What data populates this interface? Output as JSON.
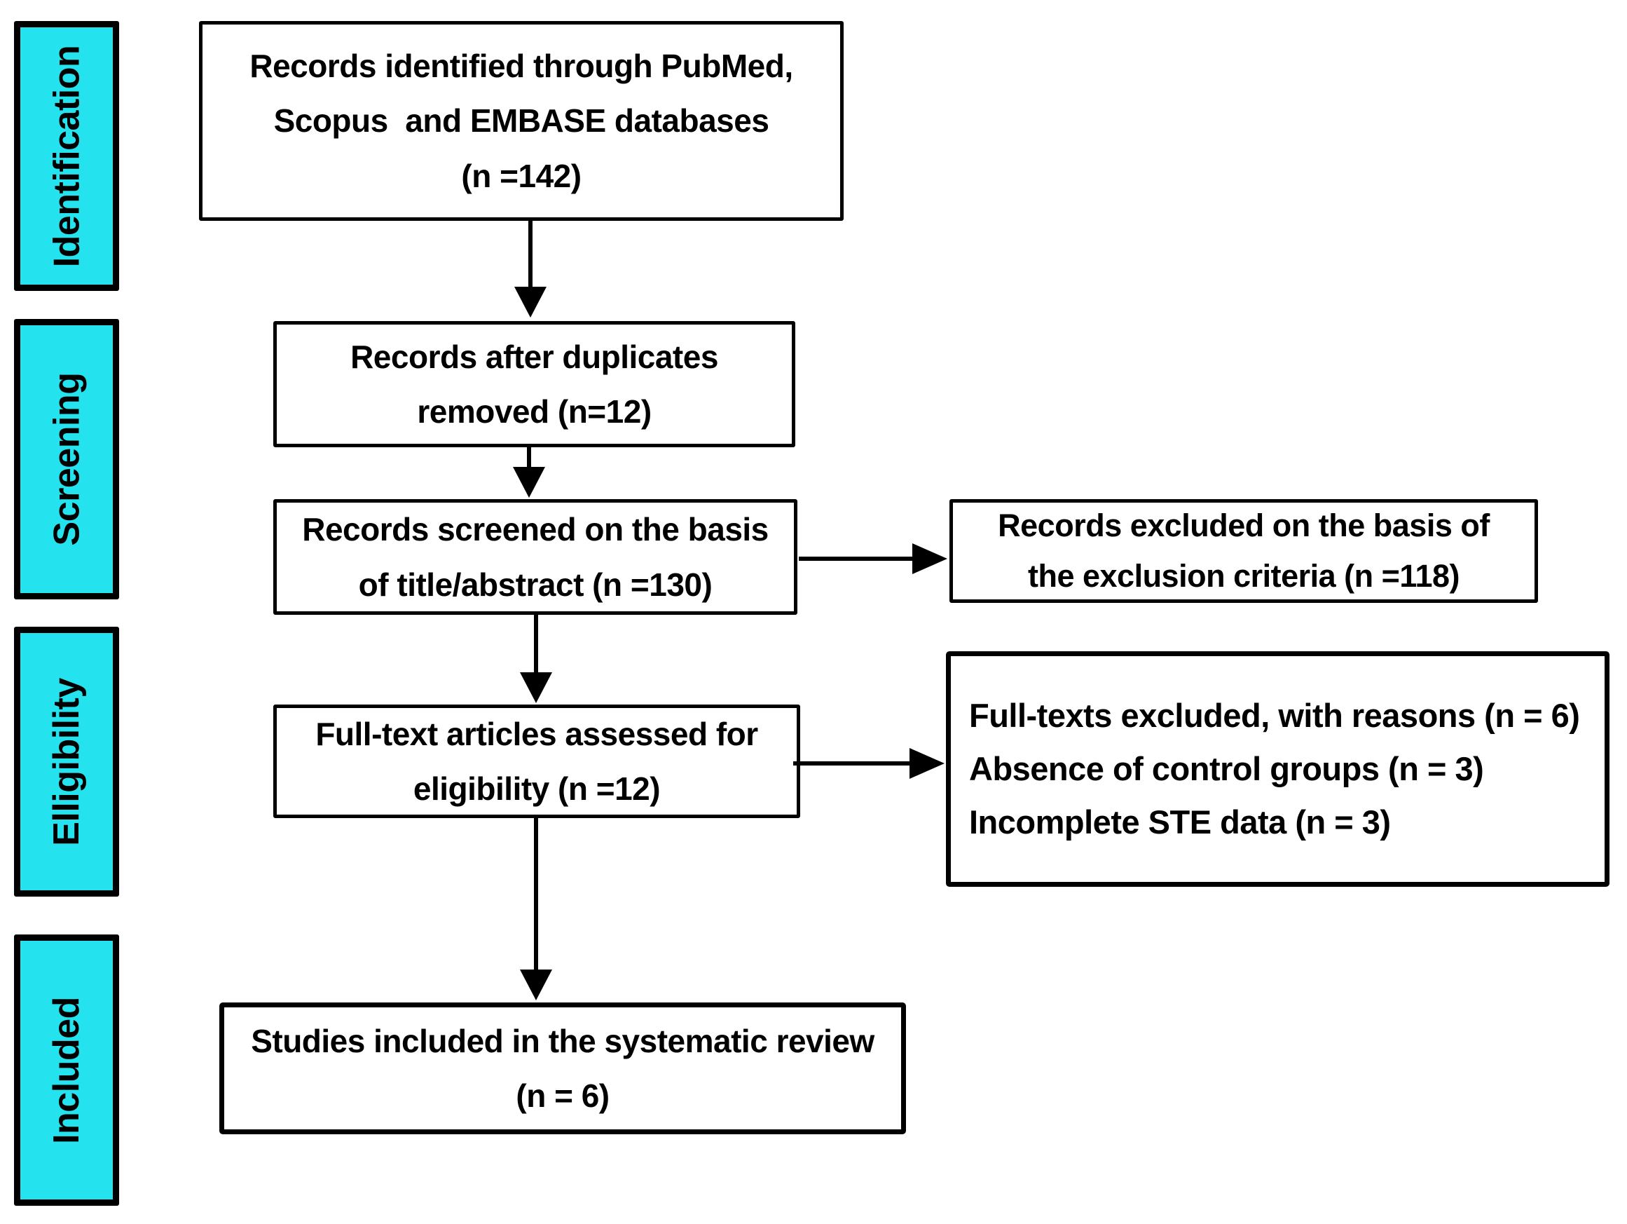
{
  "stages": {
    "identification": "Identification",
    "screening": "Screening",
    "eligibility": "Elligibility",
    "included": "Included"
  },
  "boxes": {
    "identified": {
      "lines": [
        "Records identified through PubMed,",
        "Scopus  and EMBASE databases",
        "(n =142)"
      ]
    },
    "after_duplicates": {
      "lines": [
        "Records after duplicates",
        "removed (n=12)"
      ]
    },
    "screened": {
      "lines": [
        "Records screened on the basis",
        "of title/abstract (n =130)"
      ]
    },
    "excluded_screening": {
      "lines": [
        "Records excluded on the basis of",
        "the exclusion criteria (n =118)"
      ]
    },
    "fulltext_assessed": {
      "lines": [
        "Full-text articles assessed for",
        "eligibility (n =12)"
      ]
    },
    "fulltext_excluded": {
      "lines": [
        "Full-texts excluded, with reasons (n = 6)",
        "Absence of control groups (n = 3)",
        "Incomplete STE data (n = 3)"
      ]
    },
    "included_studies": {
      "lines": [
        "Studies included in the systematic review",
        "(n = 6)"
      ]
    }
  },
  "counts": {
    "identified": 142,
    "after_duplicates_removed": 12,
    "screened_title_abstract": 130,
    "excluded_exclusion_criteria": 118,
    "fulltext_assessed": 12,
    "fulltext_excluded_with_reasons": 6,
    "absence_of_control_groups": 3,
    "incomplete_ste_data": 3,
    "included_systematic_review": 6
  },
  "colors": {
    "stage_fill": "#25e3ee",
    "border": "#000000",
    "box_fill": "#ffffff",
    "text": "#000000",
    "background": "#ffffff"
  }
}
